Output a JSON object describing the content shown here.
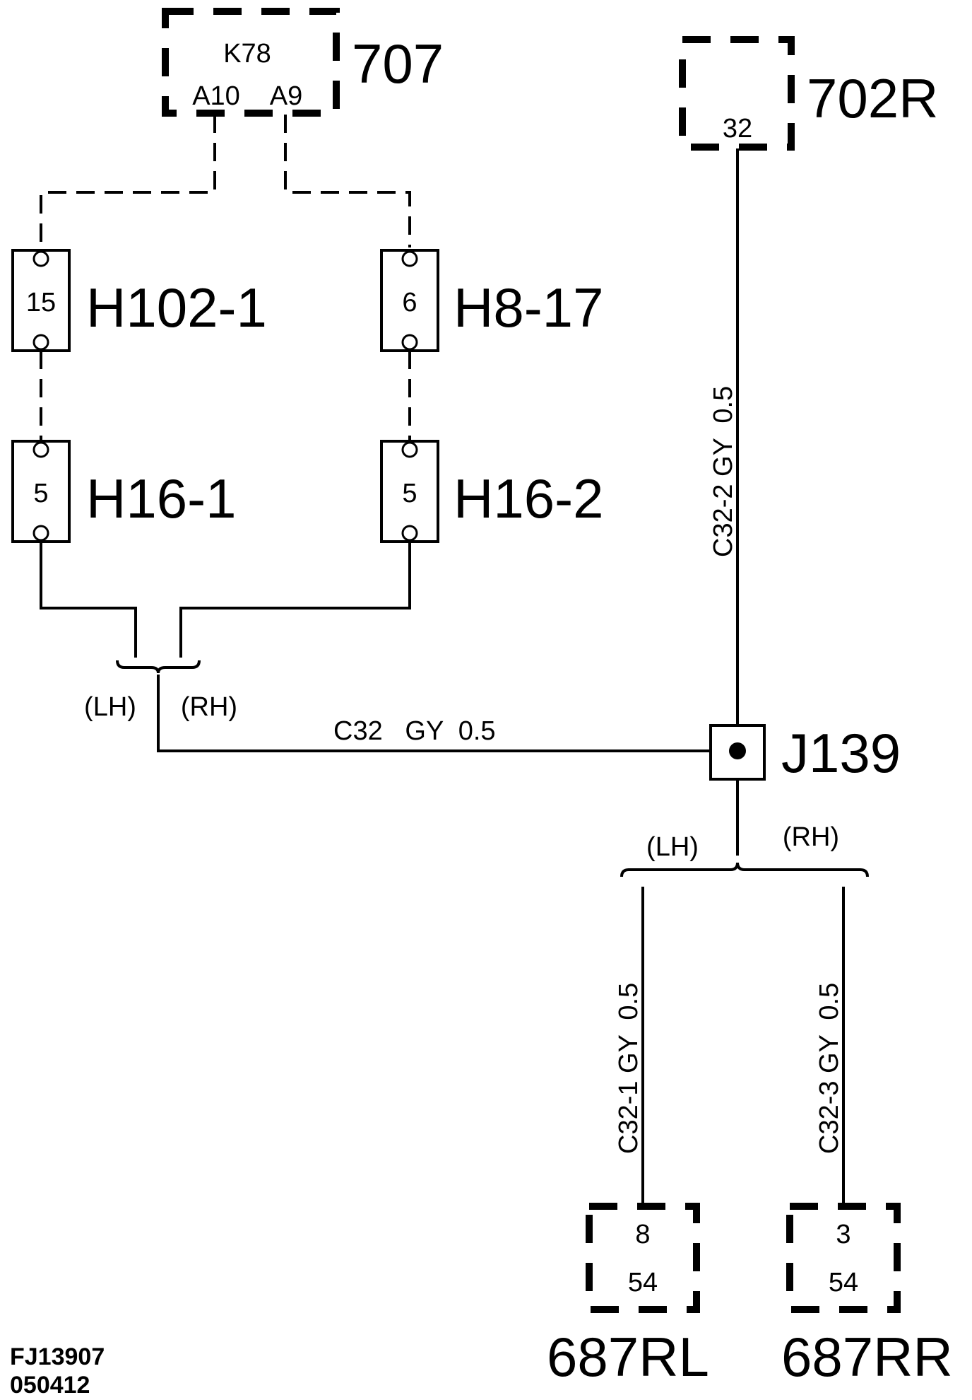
{
  "components": {
    "c707": {
      "designator": "707",
      "part": "K78",
      "pin_a10": "A10",
      "pin_a9": "A9"
    },
    "c702r": {
      "designator": "702R",
      "pin": "32"
    },
    "h102": {
      "designator": "H102-1",
      "pin": "15"
    },
    "h8": {
      "designator": "H8-17",
      "pin": "6"
    },
    "h16a": {
      "designator": "H16-1",
      "pin": "5"
    },
    "h16b": {
      "designator": "H16-2",
      "pin": "5"
    },
    "j139": {
      "designator": "J139"
    },
    "rl": {
      "designator": "687RL",
      "pin": "8",
      "sub": "54"
    },
    "rr": {
      "designator": "687RR",
      "pin": "3",
      "sub": "54"
    }
  },
  "wires": {
    "c32": "C32   GY  0.5",
    "c32_2": "C32-2 GY  0.5",
    "c32_1": "C32-1 GY  0.5",
    "c32_3": "C32-3 GY  0.5"
  },
  "variants": {
    "left_lh": "(LH)",
    "left_rh": "(RH)",
    "right_lh": "(LH)",
    "right_rh": "(RH)"
  },
  "footer": {
    "figure": "FJ13907",
    "date": "050412"
  }
}
